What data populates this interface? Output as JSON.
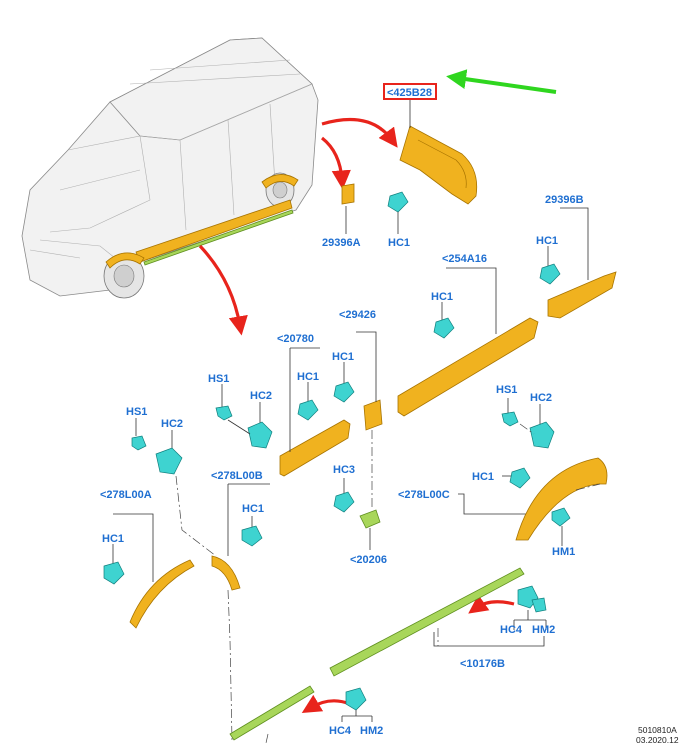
{
  "labels": {
    "hl_425b28": "<425B28",
    "p29396a": "29396A",
    "hc1_top": "HC1",
    "p29396b": "29396B",
    "hc1_29396b": "HC1",
    "p254a16": "<254A16",
    "hc1_254a16": "HC1",
    "p29426": "<29426",
    "hc1_29426": "HC1",
    "p20780": "<20780",
    "hs1_left2": "HS1",
    "hc2_left2": "HC2",
    "hc1_20780": "HC1",
    "hs1_left": "HS1",
    "hc2_left": "HC2",
    "hc3": "HC3",
    "p278l00b": "<278L00B",
    "hc1_278l00b": "HC1",
    "p278l00a": "<278L00A",
    "hc1_278l00a": "HC1",
    "p20206": "<20206",
    "hs1_right": "HS1",
    "hc2_right": "HC2",
    "hc1_278l00c": "HC1",
    "p278l00c": "<278L00C",
    "hm1": "HM1",
    "hc4_right": "HC4",
    "hm2_right": "HM2",
    "p10176b": "<10176B",
    "hc4_bottom": "HC4",
    "hm2_bottom": "HM2"
  },
  "footer": {
    "ref": "5010810A",
    "date": "03.2020.12"
  },
  "colors": {
    "label_blue": "#1f6fd1",
    "part_orange": "#f0b21f",
    "moulding_green": "#a8d65a",
    "clip_cyan": "#3ed3d0",
    "red_arrow": "#e8241c",
    "green_arrow": "#2fd61f",
    "highlight_box": "#e8241c"
  }
}
